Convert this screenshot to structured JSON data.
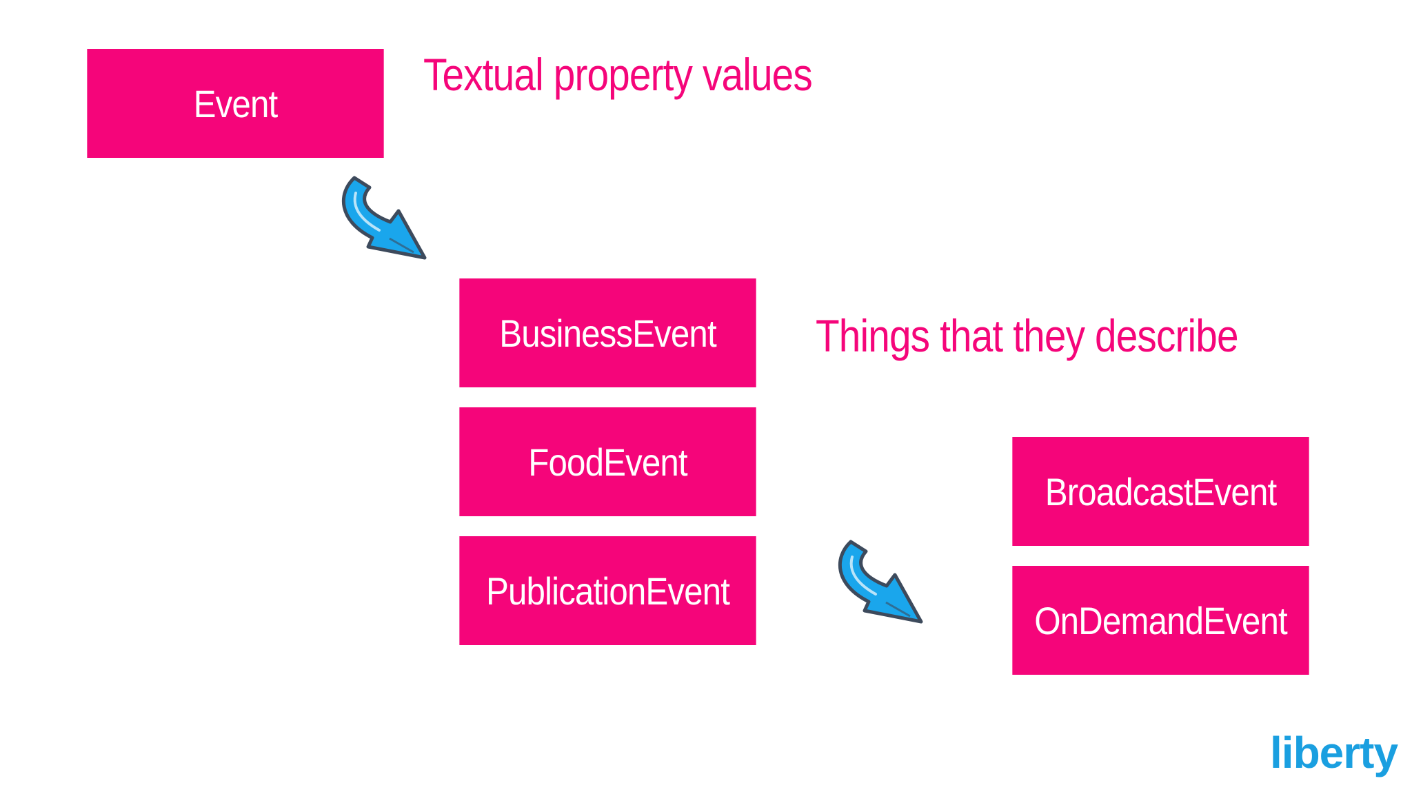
{
  "slide": {
    "labels": {
      "textual": "Textual property values",
      "things": "Things that they describe"
    },
    "boxes": {
      "event": "Event",
      "business": "BusinessEvent",
      "food": "FoodEvent",
      "publication": "PublicationEvent",
      "broadcast": "BroadcastEvent",
      "ondemand": "OnDemandEvent"
    },
    "logo": "liberty",
    "colors": {
      "box_fill": "#f5057a",
      "box_text": "#ffffff",
      "label_text": "#f5057a",
      "arrow_fill": "#1aa6ec",
      "arrow_outline": "#3d4a5c",
      "logo": "#1a9fe0"
    },
    "icons": [
      "curved-arrow-icon",
      "curved-arrow-icon"
    ]
  }
}
